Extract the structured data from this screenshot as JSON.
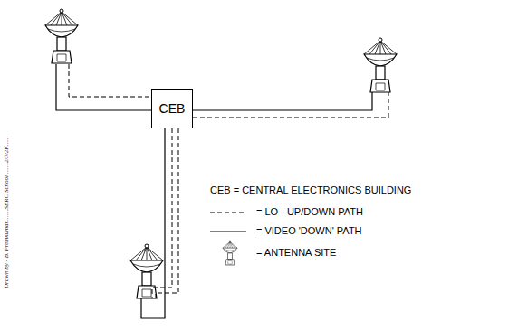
{
  "diagram": {
    "nodes": [
      {
        "text": [
          "CEB"
        ]
      }
    ],
    "labels": [
      "Drawn by - B. Premkumar........SERC School........2/3/2K......"
    ],
    "legend": [
      {
        "text": "CEB = CENTRAL ELECTRONICS BUILDING"
      },
      {
        "text": "= LO - UP/DOWN PATH"
      },
      {
        "text": "= VIDEO 'DOWN' PATH"
      },
      {
        "text": "= ANTENNA SITE"
      }
    ]
  }
}
